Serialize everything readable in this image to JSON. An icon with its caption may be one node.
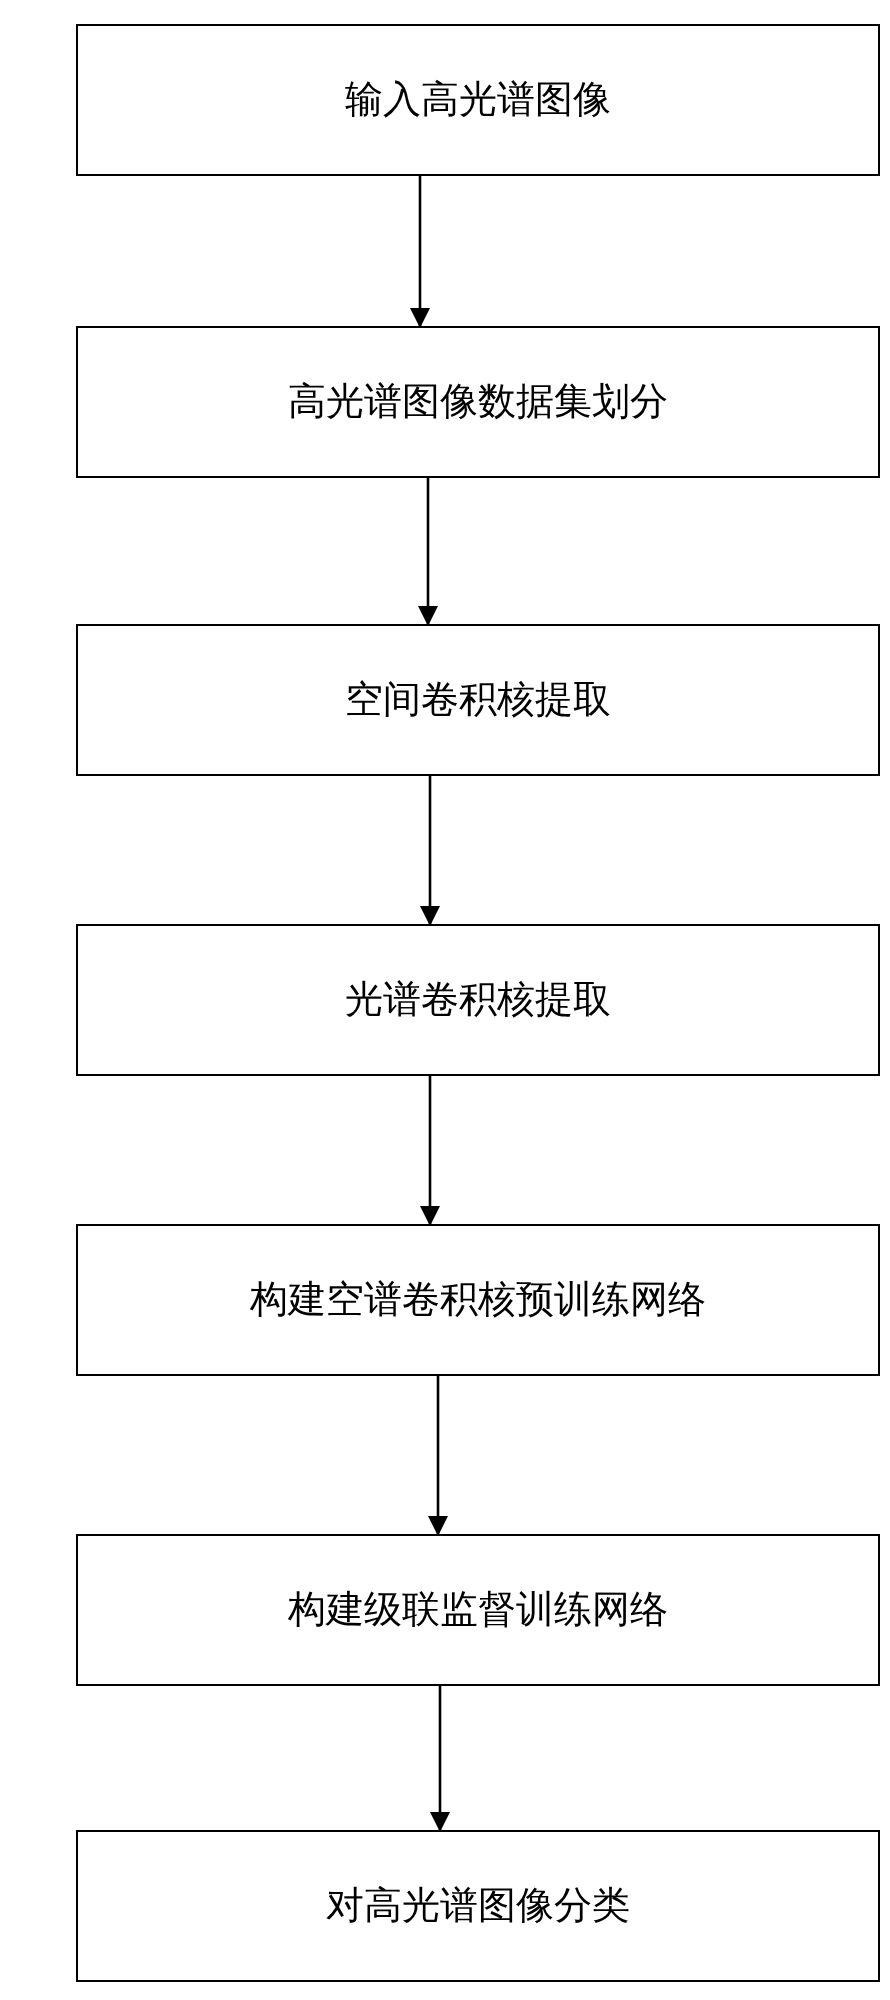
{
  "diagram": {
    "nodes": [
      {
        "text": [
          "输入高光谱图像"
        ]
      },
      {
        "text": [
          "高光谱图像数据集划分"
        ]
      },
      {
        "text": [
          "空间卷积核提取"
        ]
      },
      {
        "text": [
          "光谱卷积核提取"
        ]
      },
      {
        "text": [
          "构建空谱卷积核预训练网络"
        ]
      },
      {
        "text": [
          "构建级联监督训练网络"
        ]
      },
      {
        "text": [
          "对高光谱图像分类"
        ]
      }
    ],
    "edges": [
      {
        "from": 0,
        "to": 1,
        "arrow": "to"
      },
      {
        "from": 1,
        "to": 2,
        "arrow": "to"
      },
      {
        "from": 2,
        "to": 3,
        "arrow": "to"
      },
      {
        "from": 3,
        "to": 4,
        "arrow": "to"
      },
      {
        "from": 4,
        "to": 5,
        "arrow": "to"
      },
      {
        "from": 5,
        "to": 6,
        "arrow": "to"
      }
    ]
  }
}
